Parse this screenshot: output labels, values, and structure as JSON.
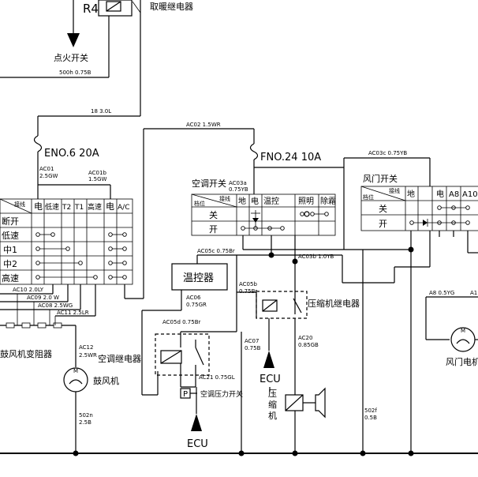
{
  "top": {
    "r4": "R4",
    "heater_relay": "取暖继电器",
    "ignition_switch": "点火开关",
    "wire_500h": "500h 0.75B",
    "wire_18": "18 3.0L"
  },
  "fuses": {
    "fuse6": "ENO.6 20A",
    "fuse24": "FNO.24 10A"
  },
  "wires": {
    "ac01": "AC01",
    "ac01_sz": "2.5GW",
    "ac01b": "AC01b",
    "ac01b_sz": "1.5GW",
    "ac021": "AC02 1.5WR",
    "ac03a": "AC03a",
    "ac03a_sz": "0.75YB",
    "ac03c": "AC03c 0.75YB",
    "ac05c": "AC05c 0.75Br",
    "ac03b": "AC03b 1.0YB",
    "ac06": "AC06",
    "ac06_sz": "0.75GR",
    "ac05b": "AC05b",
    "ac05b_sz": "0.75Br",
    "ac05d": "AC05d 0.75Br",
    "ac07": "AC07",
    "ac07_sz": "0.75B",
    "ac20": "AC20",
    "ac20_sz": "0.85GB",
    "ac21": "AC21 0.75GL",
    "ac10": "AC10 2.0LY",
    "ac09": "AC09 2.0 W",
    "ac08": "AC08 2.5WG",
    "ac11": "AC11 2.5LR",
    "ac12": "AC12",
    "ac12_sz": "2.5WR",
    "w502n": "502n",
    "w502n_sz": "2.5B",
    "w502f": "502f",
    "w502f_sz": "0.5B",
    "a8": "A8 0.5YG",
    "a1": "A1"
  },
  "blower_table": {
    "hdr_jiexian": "接线",
    "col_dian": "电",
    "col_disu": "低速",
    "col_t2": "T2",
    "col_t1": "T1",
    "col_gaosu": "高速",
    "col_dian2": "电",
    "col_ac": "A/C",
    "rows": [
      "断开",
      "低速",
      "中1",
      "中2",
      "高速"
    ]
  },
  "ac_switch": {
    "title": "空调开关",
    "hdr_dangwei": "档位",
    "hdr_jiexian": "接线",
    "col_di": "地",
    "col_dian": "电",
    "col_wenkong": "温控",
    "col_zhaoming": "照明",
    "col_chushuang": "除霜",
    "row_off": "关",
    "row_on": "开"
  },
  "damper_switch": {
    "title": "风门开关",
    "hdr_dangwei": "档位",
    "hdr_jiexian": "接线",
    "col_di": "地",
    "col_dian": "电",
    "col_a8": "A8",
    "col_a10": "A10",
    "row_off": "关",
    "row_on": "开"
  },
  "components": {
    "thermostat": "温控器",
    "compressor_relay": "压缩机继电器",
    "ac_relay": "空调继电器",
    "blower_resistor": "鼓风机变阻器",
    "blower": "鼓风机",
    "pressure_switch": "空调压力开关",
    "p_label": "P",
    "compressor": "压\n缩\n机",
    "damper_motor": "风门电机",
    "m_label": "M",
    "ecu1": "ECU",
    "ecu2": "ECU"
  }
}
